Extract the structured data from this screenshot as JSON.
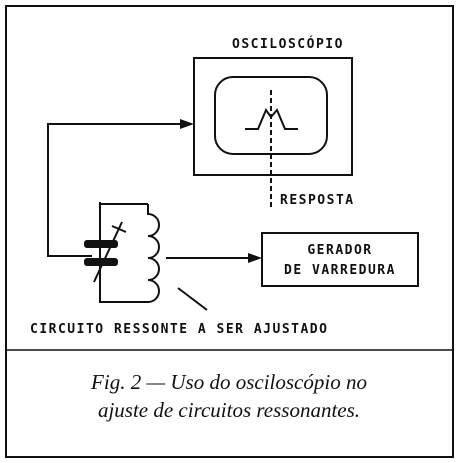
{
  "labels": {
    "oscilloscope": "OSCILOSCÓPIO",
    "response": "RESPOSTA",
    "generator_line1": "GERADOR",
    "generator_line2": "DE VARREDURA",
    "circuit": "CIRCUITO RESSONTE A SER AJUSTADO"
  },
  "caption": {
    "line1": "Fig. 2 — Uso do osciloscópio no",
    "line2": "ajuste de circuitos ressonantes."
  }
}
